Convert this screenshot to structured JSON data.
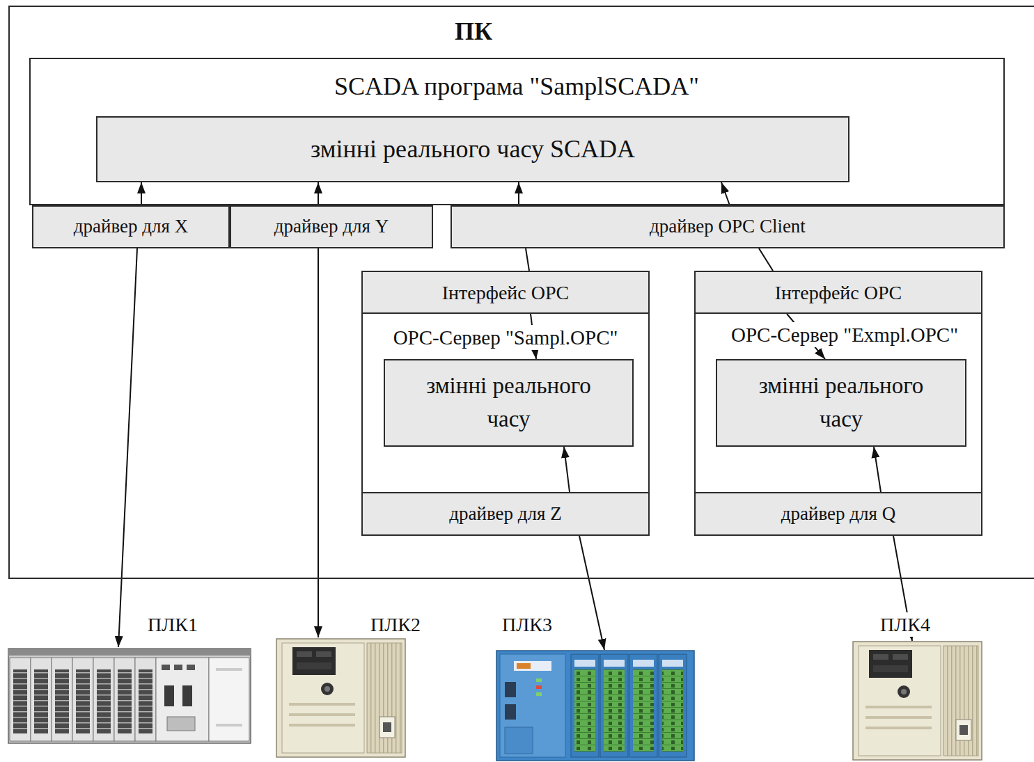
{
  "diagram": {
    "nodes": [
      {
        "text": [
          "ПК"
        ]
      },
      {
        "text": [
          "SCADA програма \"SamplSCADA\""
        ],
        "in": 0
      },
      {
        "text": [
          "змінні реального часу SCADA"
        ],
        "in": 1
      },
      {
        "text": [
          "драйвер для X"
        ],
        "in": 0
      },
      {
        "text": [
          "драйвер для Y"
        ],
        "in": 0
      },
      {
        "text": [
          "драйвер OPC Client"
        ],
        "in": 0
      },
      {
        "text": [
          "OPC-Сервер \"Sampl.OPC\""
        ],
        "in": 0
      },
      {
        "text": [
          "Інтерфейс OPC"
        ],
        "in": 6
      },
      {
        "text": [
          "змінні реального часу"
        ],
        "in": 6
      },
      {
        "text": [
          "драйвер для Z"
        ],
        "in": 6
      },
      {
        "text": [
          "OPC-Сервер \"Exmpl.OPC\""
        ],
        "in": 0
      },
      {
        "text": [
          "Інтерфейс OPC"
        ],
        "in": 10
      },
      {
        "text": [
          "змінні реального часу"
        ],
        "in": 10
      },
      {
        "text": [
          "драйвер для Q"
        ],
        "in": 10
      },
      {
        "text": [
          "ПЛК1"
        ]
      },
      {
        "text": [
          "ПЛК2"
        ]
      },
      {
        "text": [
          "ПЛК3"
        ]
      },
      {
        "text": [
          "ПЛК4"
        ]
      }
    ],
    "edges": [
      {
        "from": 3,
        "to": 2,
        "arrow": "to"
      },
      {
        "from": 3,
        "to": 14,
        "arrow": "to"
      },
      {
        "from": 4,
        "to": 2,
        "arrow": "to"
      },
      {
        "from": 4,
        "to": 15,
        "arrow": "to"
      },
      {
        "from": 5,
        "to": 2,
        "arrow": "to"
      },
      {
        "from": 5,
        "to": 2,
        "arrow": "to"
      },
      {
        "from": 5,
        "to": 7,
        "arrow": "none"
      },
      {
        "from": 7,
        "to": 8,
        "arrow": "to"
      },
      {
        "from": 5,
        "to": 11,
        "arrow": "none"
      },
      {
        "from": 11,
        "to": 12,
        "arrow": "to"
      },
      {
        "from": 9,
        "to": 8,
        "arrow": "to"
      },
      {
        "from": 9,
        "to": 16,
        "arrow": "to"
      },
      {
        "from": 13,
        "to": 12,
        "arrow": "to"
      },
      {
        "from": 13,
        "to": 17,
        "arrow": "to"
      }
    ]
  }
}
